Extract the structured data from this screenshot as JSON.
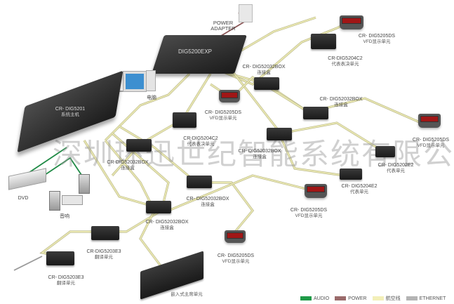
{
  "diagram": {
    "watermark": "深圳环迅世纪智能系统有限公司",
    "power_adapter": {
      "line1": "POWER",
      "line2": "ADAPTER"
    },
    "expander": {
      "model": "DIG5200EXP"
    },
    "main_unit": {
      "model": "CR- DIG5201",
      "name": "系统主机"
    },
    "computer": {
      "name": "电脑"
    },
    "dvd": {
      "name": "DVD"
    },
    "speaker": {
      "name": "音响"
    },
    "devices": [
      {
        "id": "vfd-top-right",
        "model": "CR- DIG5205DS",
        "name": "VFD显示单元"
      },
      {
        "id": "c2-top-right",
        "model": "CR-DIG5204C2",
        "name": "代表表决单元"
      },
      {
        "id": "box-1",
        "model": "CR- DIG52032BOX",
        "name": "连接盒"
      },
      {
        "id": "box-2",
        "model": "CR- DIG52032BOX",
        "name": "连接盒"
      },
      {
        "id": "vfd-mid",
        "model": "CR- DIG5205DS",
        "name": "VFD显示单元"
      },
      {
        "id": "c2-mid",
        "model": "CR-DIG5204C2",
        "name": "代表表决单元"
      },
      {
        "id": "box-3",
        "model": "CR-DIG52032BOX",
        "name": "连接盒"
      },
      {
        "id": "box-4",
        "model": "CR- DIG52032BOX",
        "name": "连接盒"
      },
      {
        "id": "vfd-right",
        "model": "CR- DIG5205DS",
        "name": "VFD显示单元"
      },
      {
        "id": "e2-5202",
        "model": "CR- DIG5202E2",
        "name": "代表单元"
      },
      {
        "id": "e2-5204",
        "model": "CR- DIG5204E2",
        "name": "代表单元"
      },
      {
        "id": "box-5",
        "model": "CR- DIG52032BOX",
        "name": "连接盒"
      },
      {
        "id": "box-6",
        "model": "CR- DIG52032BOX",
        "name": "连接盒"
      },
      {
        "id": "vfd-lower",
        "model": "CR- DIG5205DS",
        "name": "VFD显示单元"
      },
      {
        "id": "e3-upper",
        "model": "CR-DIG5203E3",
        "name": "翻译单元"
      },
      {
        "id": "e3-lower",
        "model": "CR- DIG5203E3",
        "name": "翻译单元"
      },
      {
        "id": "vfd-bottom",
        "model": "CR- DIG5205DS",
        "name": "VFD显示单元"
      },
      {
        "id": "chairman",
        "model": "",
        "name": "嵌入式主席单元"
      }
    ]
  },
  "legend": {
    "items": [
      {
        "label": "AUDIO",
        "color": "#1f9a48"
      },
      {
        "label": "POWER",
        "color": "#9a6b6b"
      },
      {
        "label": "航空线",
        "color": "#f3efb8"
      },
      {
        "label": "ETHERNET",
        "color": "#b4b4b4"
      }
    ]
  },
  "colors": {
    "cable": "#e8e6b0",
    "cable_edge": "#b8b68a",
    "audio": "#1f8a45",
    "power": "#8a5656",
    "ethernet": "#9a9a9a"
  }
}
